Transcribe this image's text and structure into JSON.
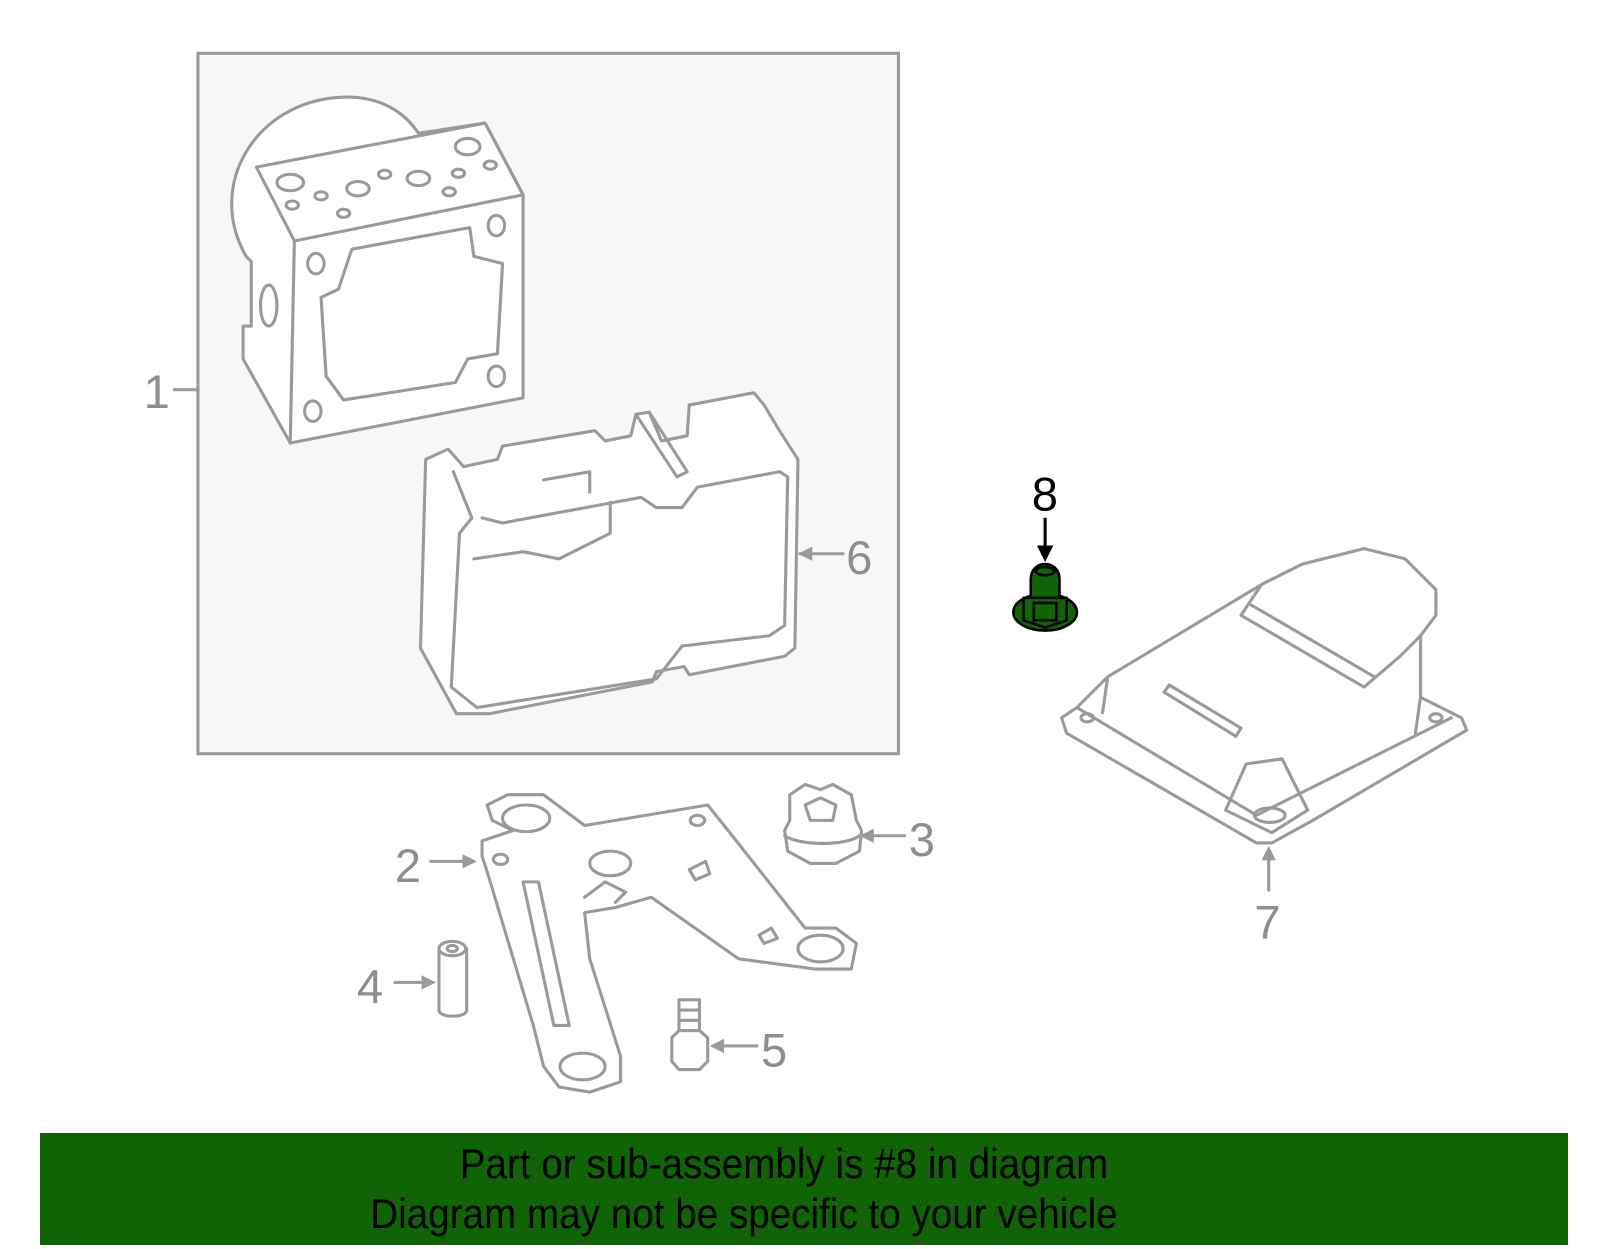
{
  "diagram": {
    "callouts": [
      "1",
      "2",
      "3",
      "4",
      "5",
      "6",
      "7",
      "8"
    ],
    "selected_part": "8",
    "highlight_color": "#116405"
  },
  "banner": {
    "line1": "Part or sub-assembly is #8 in diagram",
    "line2": "Diagram may not be specific to your vehicle"
  }
}
